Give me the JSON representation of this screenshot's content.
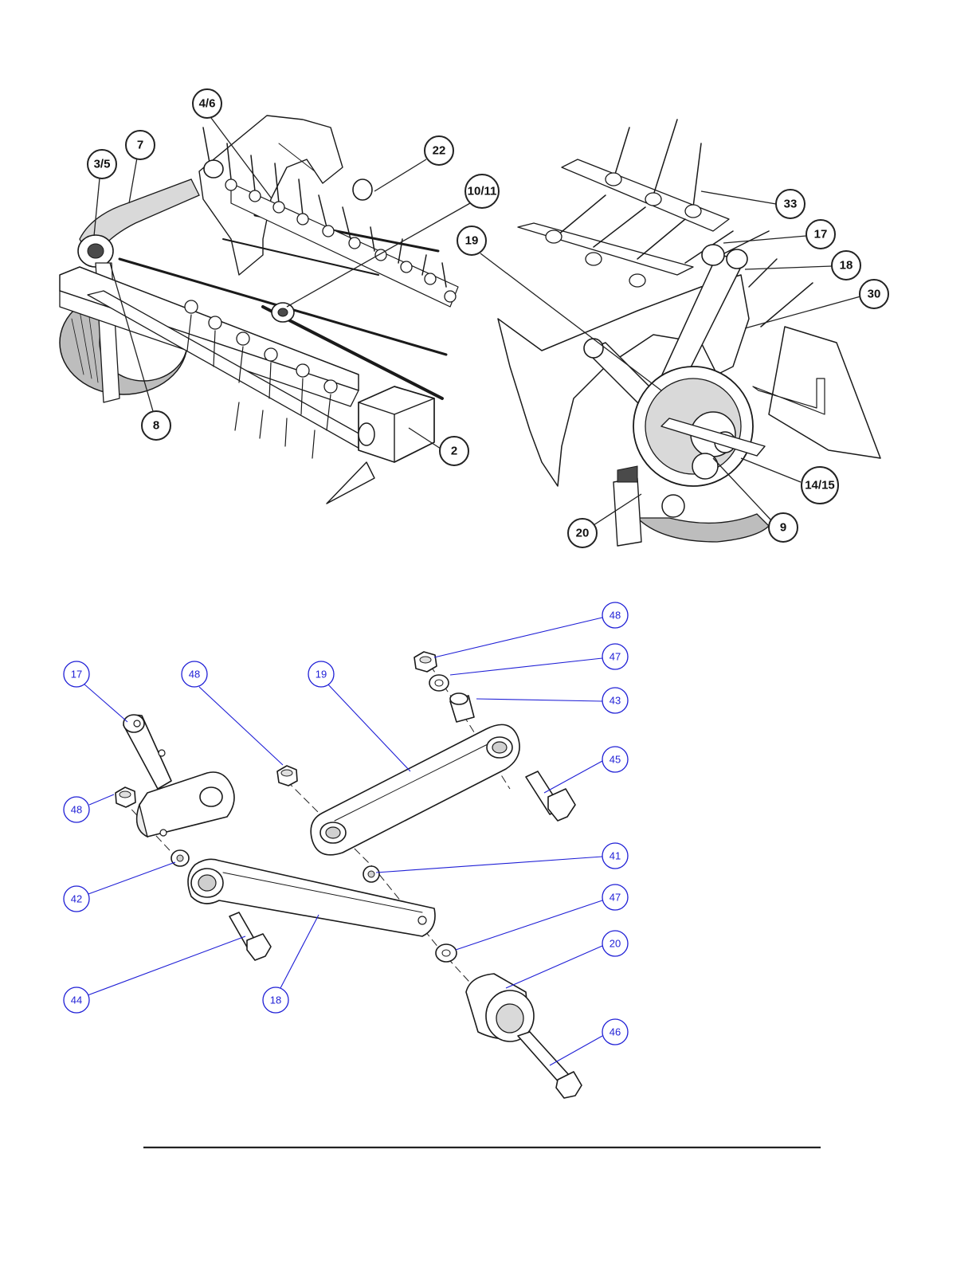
{
  "top_left_callouts": [
    {
      "key": "b1",
      "label": "4/6"
    },
    {
      "key": "b2",
      "label": "7"
    },
    {
      "key": "b3",
      "label": "3/5"
    },
    {
      "key": "b4",
      "label": "22"
    },
    {
      "key": "b5",
      "label": "10/11"
    },
    {
      "key": "b6",
      "label": "8"
    },
    {
      "key": "b7",
      "label": "2"
    }
  ],
  "top_right_callouts": [
    {
      "key": "b8",
      "label": "33"
    },
    {
      "key": "b9",
      "label": "17"
    },
    {
      "key": "b10",
      "label": "19"
    },
    {
      "key": "b11",
      "label": "18"
    },
    {
      "key": "b12",
      "label": "30"
    },
    {
      "key": "b13",
      "label": "14/15"
    },
    {
      "key": "b14",
      "label": "9"
    },
    {
      "key": "b15",
      "label": "20"
    }
  ],
  "exploded_callouts": [
    {
      "key": "e1",
      "label": "48"
    },
    {
      "key": "e2",
      "label": "47"
    },
    {
      "key": "e3",
      "label": "43"
    },
    {
      "key": "e4",
      "label": "17"
    },
    {
      "key": "e5",
      "label": "48"
    },
    {
      "key": "e6",
      "label": "19"
    },
    {
      "key": "e7",
      "label": "45"
    },
    {
      "key": "e8",
      "label": "48"
    },
    {
      "key": "e9",
      "label": "41"
    },
    {
      "key": "e10",
      "label": "42"
    },
    {
      "key": "e11",
      "label": "47"
    },
    {
      "key": "e12",
      "label": "20"
    },
    {
      "key": "e13",
      "label": "44"
    },
    {
      "key": "e14",
      "label": "18"
    },
    {
      "key": "e15",
      "label": "46"
    }
  ]
}
